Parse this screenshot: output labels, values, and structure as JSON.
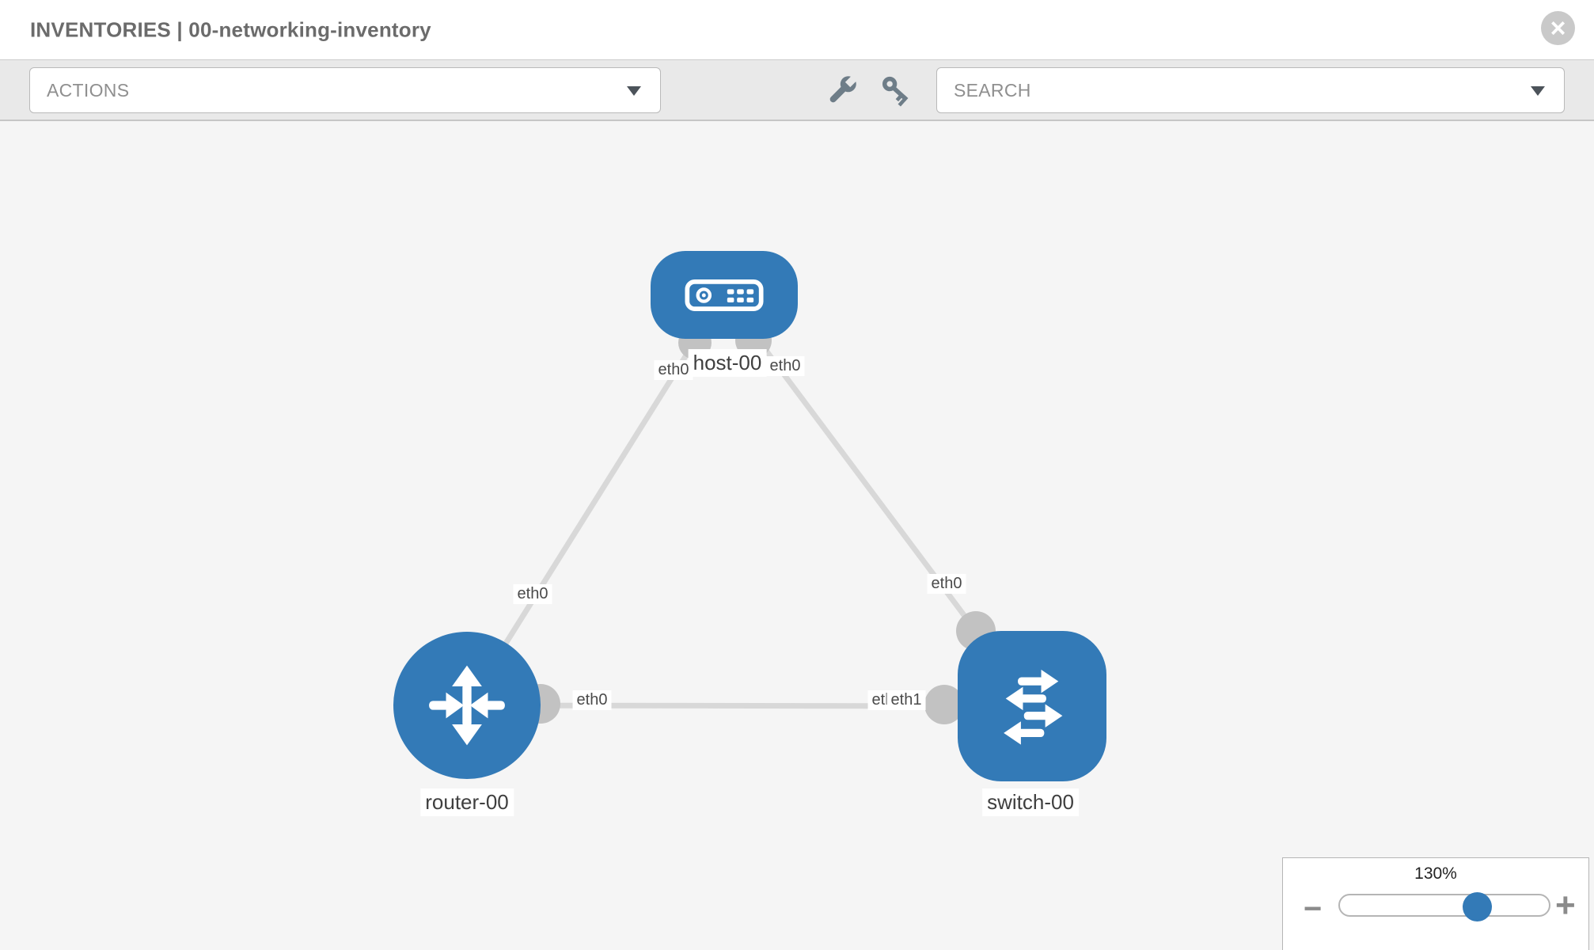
{
  "header": {
    "title": "INVENTORIES | 00-networking-inventory"
  },
  "toolbar": {
    "actions_label": "ACTIONS",
    "search_label": "SEARCH",
    "icons": [
      "wrench-icon",
      "key-icon"
    ]
  },
  "topology": {
    "nodes": [
      {
        "name": "host-00",
        "type": "host"
      },
      {
        "name": "router-00",
        "type": "router"
      },
      {
        "name": "switch-00",
        "type": "switch"
      }
    ],
    "links": [
      {
        "from": "router-00",
        "to": "host-00",
        "from_interface": "eth0",
        "to_interface": "eth0"
      },
      {
        "from": "switch-00",
        "to": "host-00",
        "from_interface": "eth0",
        "to_interface": "eth0"
      },
      {
        "from": "router-00",
        "to": "switch-00",
        "from_interface": "eth0",
        "to_interface": "eth1"
      }
    ],
    "interface_labels": [
      {
        "text": "eth0"
      },
      {
        "text": "eth0"
      },
      {
        "text": "eth0"
      },
      {
        "text": "eth0"
      },
      {
        "text": "eth0"
      },
      {
        "text": "eth0"
      },
      {
        "text": "eth1"
      }
    ]
  },
  "zoom_control": {
    "value": "130%",
    "minus": "−",
    "plus": "+"
  },
  "colors": {
    "node_blue": "#337ab7",
    "link_gray": "#d8d8d8",
    "endpoint_gray": "#c2c2c2",
    "toolbar_bg": "#e9e9e9",
    "canvas_bg": "#f5f5f5"
  }
}
